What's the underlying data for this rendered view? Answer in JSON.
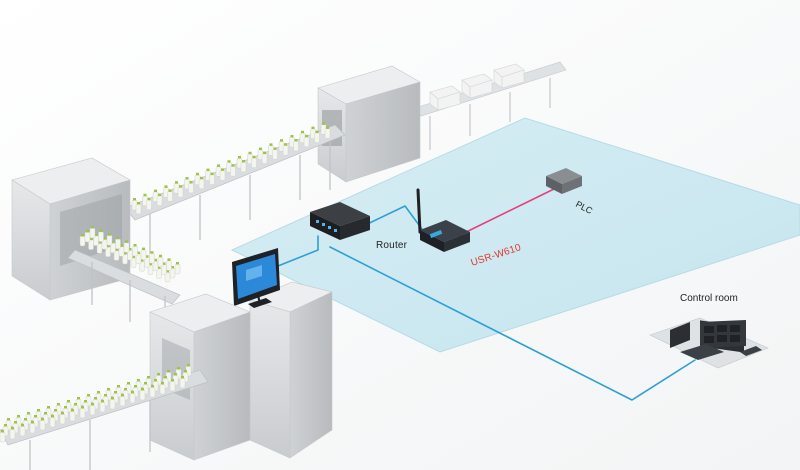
{
  "labels": {
    "router": "Router",
    "device": "USR-W610",
    "plc": "PLC",
    "control_room": "Control room"
  },
  "colors": {
    "network_floor": "#cfeaf2",
    "network_line": "#2f9fd3",
    "serial_line": "#e5407a",
    "device_label": "#e03a2f",
    "machine_body": "#d9dbdd",
    "conveyor_frame": "#bcc0c3",
    "bottle": "#f4f5ef",
    "bottle_cap": "#9cc34a"
  },
  "icons": {
    "router": "router-icon",
    "gateway": "wifi-gateway-icon",
    "plc": "plc-icon",
    "monitor": "monitor-icon",
    "control_room": "control-room-icon"
  }
}
